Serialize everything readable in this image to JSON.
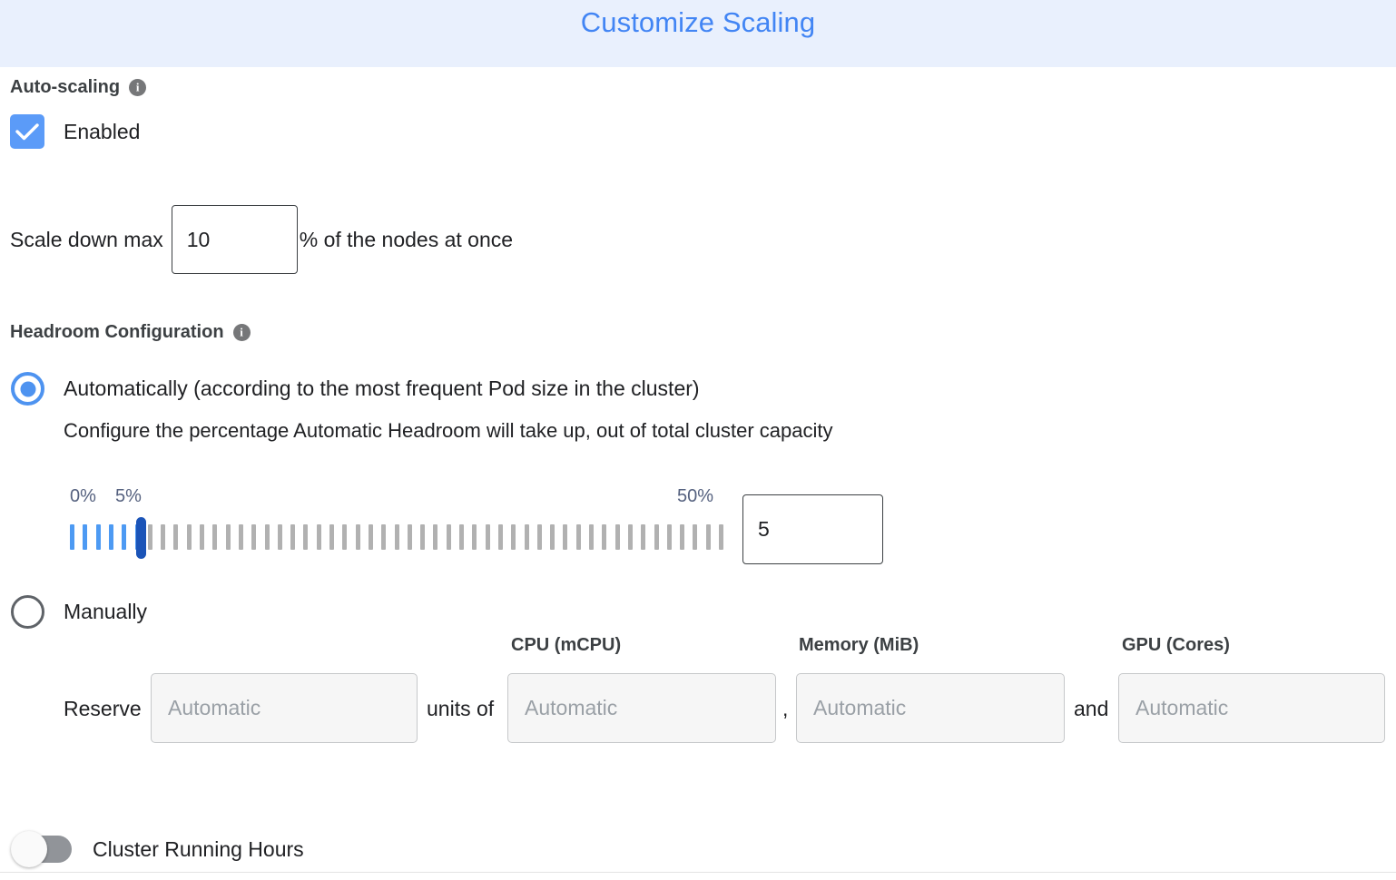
{
  "header": {
    "title": "Customize Scaling",
    "title_color": "#4285f4",
    "background_color": "#e9f0fd"
  },
  "autoscaling": {
    "heading": "Auto-scaling",
    "info_icon": "info-icon",
    "info_glyph": "i",
    "enabled_label": "Enabled",
    "enabled_checked": true,
    "checkbox_color": "#5b9bf8"
  },
  "scale_down": {
    "label": "Scale down max",
    "value": "10",
    "suffix": "% of the nodes at once"
  },
  "headroom": {
    "heading": "Headroom Configuration",
    "info_glyph": "i",
    "options": [
      {
        "id": "automatic",
        "label": "Automatically (according to the most frequent Pod size in the cluster)",
        "selected": true
      },
      {
        "id": "manual",
        "label": "Manually",
        "selected": false
      }
    ],
    "helper_text": "Configure the percentage Automatic Headroom will take up, out of total cluster capacity",
    "slider": {
      "min_label": "0%",
      "current_label": "5%",
      "max_label": "50%",
      "min": 0,
      "max": 50,
      "value": 5,
      "tick_count": 51,
      "active_tick_color": "#4d9af3",
      "inactive_tick_color": "#b1b1b1",
      "handle_color": "#1b54b8",
      "label_color": "#55617f"
    },
    "slider_value": "5"
  },
  "manual_reserve": {
    "columns": [
      {
        "header": "",
        "placeholder": "Automatic"
      },
      {
        "header": "CPU (mCPU)",
        "placeholder": "Automatic"
      },
      {
        "header": "Memory (MiB)",
        "placeholder": "Automatic"
      },
      {
        "header": "GPU (Cores)",
        "placeholder": "Automatic"
      }
    ],
    "reserve_label": "Reserve",
    "units_of_label": "units of",
    "comma_separator": ",",
    "and_label": "and",
    "units_placeholder": "Automatic",
    "cpu_placeholder": "Automatic",
    "memory_placeholder": "Automatic",
    "gpu_placeholder": "Automatic",
    "cpu_header": "CPU (mCPU)",
    "memory_header": "Memory (MiB)",
    "gpu_header": "GPU (Cores)"
  },
  "cluster_running_hours": {
    "label": "Cluster Running Hours",
    "enabled": false
  }
}
